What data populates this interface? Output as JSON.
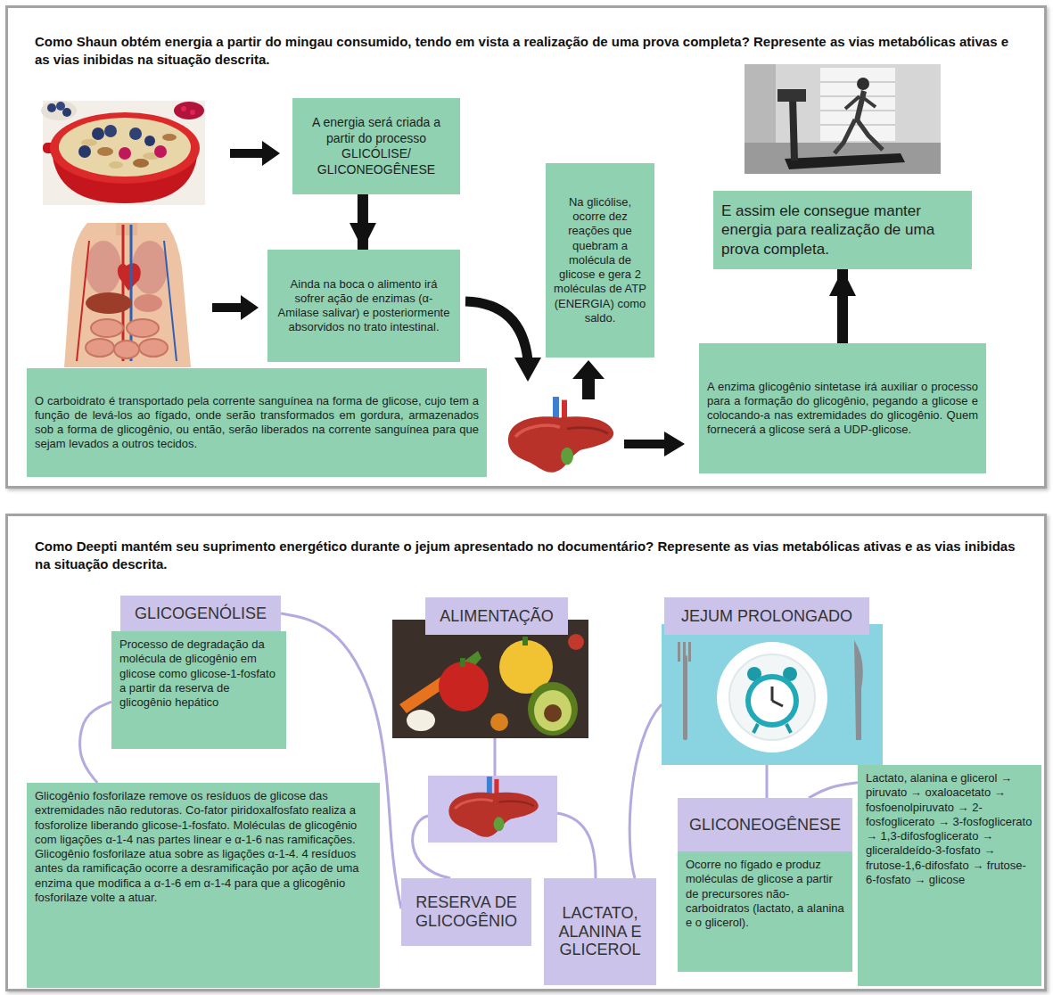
{
  "diagram": {
    "nodes": [
      {
        "text": [
          "Como Shaun obtém energia a partir do mingau consumido, tendo em vista a realização de uma prova completa? Represente as vias metabólicas ativas e as vias inibidas na situação descrita."
        ]
      },
      {
        "text": [
          "A energia será criada a partir do processo GLICÓLISE/ GLICONEOGÊNESE"
        ],
        "in": 0
      },
      {
        "text": [
          "Ainda na boca o alimento irá sofrer ação de enzimas (α-Amilase salivar) e posteriormente absorvidos no trato intestinal."
        ],
        "in": 0
      },
      {
        "text": [
          "O carboidrato é transportado pela corrente sanguínea na forma de glicose, cujo tem a função de levá-los ao fígado, onde serão transformados em gordura, armazenados sob a forma de glicogênio, ou então, serão liberados na corrente sanguínea para que sejam levados a outros tecidos."
        ],
        "in": 0
      },
      {
        "text": [
          "Na glicólise, ocorre dez reações que quebram a molécula de glicose e gera 2 moléculas de ATP (ENERGIA) como saldo."
        ],
        "in": 0
      },
      {
        "text": [
          "E assim ele consegue manter energia para realização de uma prova completa."
        ],
        "in": 0
      },
      {
        "text": [
          "A enzima glicogênio sintetase irá auxiliar o processo para a formação do glicogênio, pegando a glicose e colocando-a nas extremidades do glicogênio. Quem fornecerá a glicose será a UDP-glicose."
        ],
        "in": 0
      },
      {
        "text": [
          "Como Deepti mantém seu suprimento energético durante o jejum apresentado no documentário? Represente as vias metabólicas ativas e as vias inibidas na situação descrita."
        ]
      },
      {
        "text": [
          "GLICOGENÓLISE"
        ],
        "in": 7
      },
      {
        "text": [
          "Processo de degradação da molécula de glicogênio em glicose como glicose-1-fosfato a partir da reserva de glicogênio hepático"
        ],
        "in": 7
      },
      {
        "text": [
          "ALIMENTAÇÃO"
        ],
        "in": 7
      },
      {
        "text": [
          "JEJUM PROLONGADO"
        ],
        "in": 7
      },
      {
        "text": [
          "Glicogênio fosforilaze remove os resíduos de glicose das extremidades não redutoras. Co-fator piridoxalfosfato realiza a fosforolize liberando glicose-1-fosfato. Moléculas de glicogênio com ligações α-1-4 nas partes linear e α-1-6 nas ramificações. Glicogênio fosforilaze atua sobre as ligações α-1-4. 4 resíduos antes da ramificação ocorre a desramificação por ação de uma enzima que modifica a α-1-6 em α-1-4 para que a glicogênio fosforilaze volte a atuar."
        ],
        "in": 7
      },
      {
        "text": [
          "RESERVA DE GLICOGÊNIO"
        ],
        "in": 7
      },
      {
        "text": [
          "LACTATO, ALANINA E GLICEROL"
        ],
        "in": 7
      },
      {
        "text": [
          "GLICONEOGÊNESE"
        ],
        "in": 7
      },
      {
        "text": [
          "Ocorre no fígado e produz moléculas de glicose a partir de precursores não-carboidratos (lactato, a alanina e o glicerol)."
        ],
        "in": 7
      },
      {
        "text": [
          "Lactato, alanina e glicerol → piruvato → oxaloacetato → fosfoenolpiruvato → 2-fosfoglicerato → 3-fosfoglicerato → 1,3-difosfoglicerato → gliceraldeído-3-fosfato → frutose-1,6-difosfato → frutose-6-fosfato → glicose"
        ],
        "in": 7
      }
    ],
    "edges": [
      {
        "from": 1,
        "to": 2,
        "arrow": "to"
      },
      {
        "from": 6,
        "to": 5,
        "arrow": "to"
      },
      {
        "from": 8,
        "to": 13,
        "arrow": "none"
      },
      {
        "from": 9,
        "to": 12,
        "arrow": "none"
      },
      {
        "from": 15,
        "to": 17,
        "arrow": "none"
      }
    ]
  }
}
